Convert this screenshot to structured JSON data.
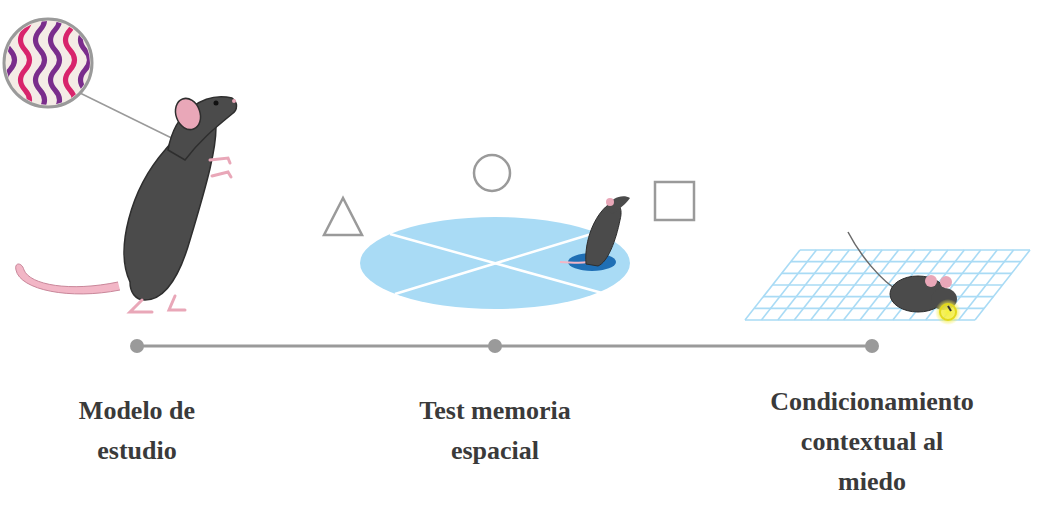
{
  "diagram": {
    "labels": [
      "Modelo de estudio",
      "Test memoria espacial",
      "Condicionamiento contextual al miedo"
    ]
  }
}
